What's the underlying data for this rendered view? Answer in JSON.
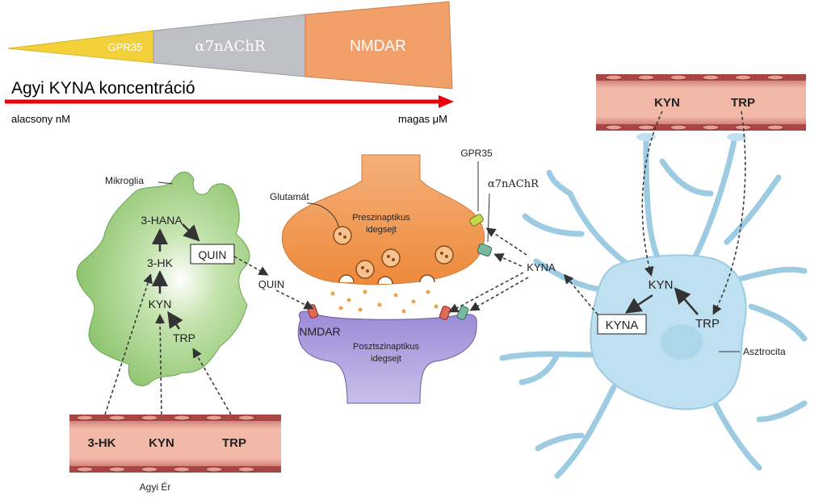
{
  "scale": {
    "gpr35": "GPR35",
    "a7": "α7nAChR",
    "nmdar": "NMDAR",
    "title": "Agyi KYNA koncentráció",
    "low": "alacsony nM",
    "high": "magas μM",
    "colors": {
      "gpr35": "#f2d03a",
      "a7": "#bfbfc6",
      "nmdar": "#f2a06a",
      "arrow": "#e8000b"
    }
  },
  "microglia": {
    "label": "Mikroglia",
    "hana": "3-HANA",
    "quin_box": "QUIN",
    "hk": "3-HK",
    "kyn": "KYN",
    "trp": "TRP",
    "color": "#8cc36c"
  },
  "vessel_left": {
    "hk": "3-HK",
    "kyn": "KYN",
    "trp": "TRP",
    "label": "Agyi Ér"
  },
  "vessel_right": {
    "kyn": "KYN",
    "trp": "TRP"
  },
  "synapse": {
    "glutamate": "Glutamát",
    "pre_line1": "Preszinaptikus",
    "pre_line2": "idegsejt",
    "gpr35": "GPR35",
    "a7": "α7nAChR",
    "quin": "QUIN",
    "kyna": "KYNA",
    "nmdar": "NMDAR",
    "post_line1": "Posztszinaptikus",
    "post_line2": "idegsejt"
  },
  "astrocyte": {
    "kyn": "KYN",
    "kyna_box": "KYNA",
    "trp": "TRP",
    "label": "Asztrocita",
    "color": "#bfe0f0"
  }
}
